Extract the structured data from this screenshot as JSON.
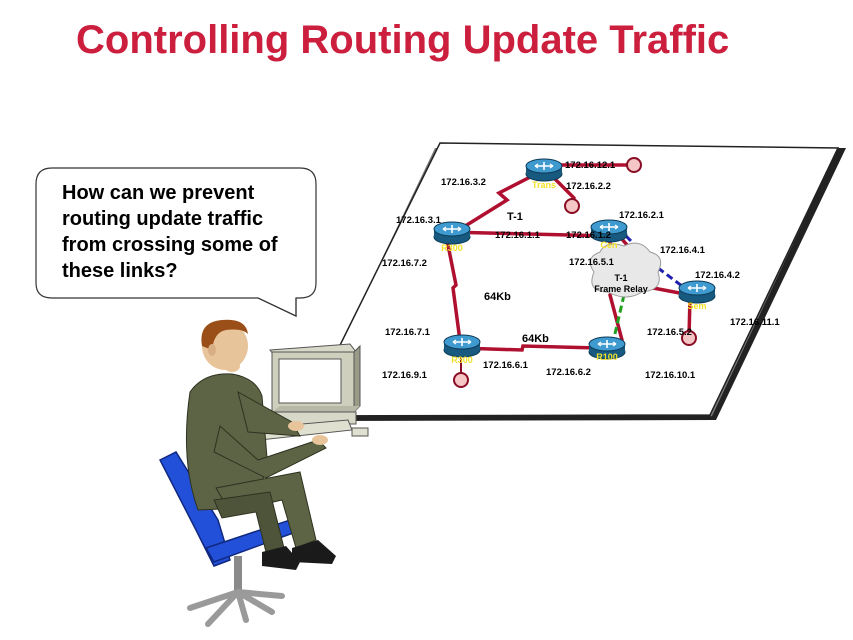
{
  "slide": {
    "title": "Controlling Routing Update Traffic",
    "question": "How can we prevent routing update traffic from crossing some of these links?"
  },
  "network": {
    "routers": [
      {
        "id": "trans",
        "label": "Trans"
      },
      {
        "id": "r_left_top",
        "label": "R300"
      },
      {
        "id": "r_right_top",
        "label": "Cen"
      },
      {
        "id": "r_far_right",
        "label": "Sem"
      },
      {
        "id": "r_left_bottom",
        "label": "R300"
      },
      {
        "id": "r_right_bottom",
        "label": "R100"
      }
    ],
    "addresses": {
      "a_12_1": "172.16.12.1",
      "a_3_2": "172.16.3.2",
      "a_2_2": "172.16.2.2",
      "a_2_1": "172.16.2.1",
      "a_3_1": "172.16.3.1",
      "a_1_1": "172.16.1.1",
      "a_1_2": "172.16.1.2",
      "a_4_1": "172.16.4.1",
      "a_7_2": "172.16.7.2",
      "a_5_1": "172.16.5.1",
      "a_4_2": "172.16.4.2",
      "a_11_1": "172.16.11.1",
      "a_7_1": "172.16.7.1",
      "a_5_2": "172.16.5.2",
      "a_9_1": "172.16.9.1",
      "a_6_1": "172.16.6.1",
      "a_6_2": "172.16.6.2",
      "a_10_1": "172.16.10.1"
    },
    "link_labels": {
      "t1_top": "T-1",
      "kb_left": "64Kb",
      "kb_bottom": "64Kb",
      "cloud_line1": "T-1",
      "cloud_line2": "Frame Relay"
    }
  },
  "colors": {
    "title": "#cc1f3e",
    "link": "#b01030",
    "router": "#2a7fb8",
    "router_label": "#f2e12a",
    "stub": "#f4c6c6",
    "frame_relay_dash_blue": "#2020b0",
    "frame_relay_dash_green": "#20a020"
  }
}
